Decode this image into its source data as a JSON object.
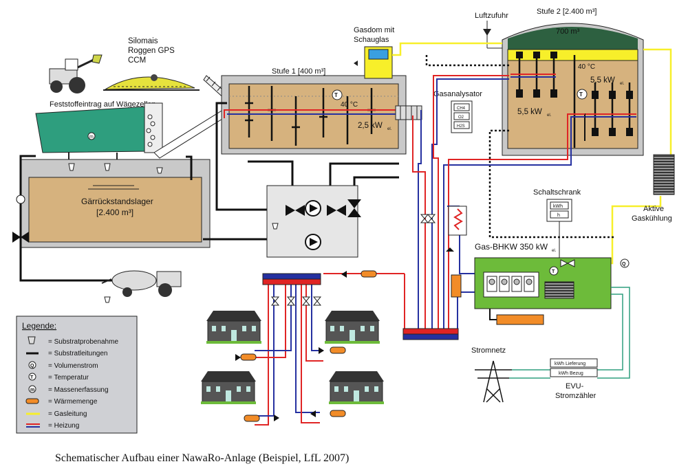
{
  "labels": {
    "feedstock_1": "Silomais",
    "feedstock_2": "Roggen GPS",
    "feedstock_3": "CCM",
    "solid_feed": "Feststoffeintrag auf Wägezellen",
    "gas_dome_1": "Gasdom mit",
    "gas_dome_2": "Schauglas",
    "stage1": "Stufe 1 [400 m³]",
    "stage1_temp": "40 °C",
    "stage1_power": "2,5 kW",
    "power_sub": "el.",
    "gas_analyzer": "Gasanalysator",
    "gas_ch4": "CH4",
    "gas_o2": "O2",
    "gas_h2s": "H2S",
    "air_supply": "Luftzufuhr",
    "stage2": "Stufe 2 [2.400 m³]",
    "stage2_gas": "700 m³",
    "stage2_temp": "40 °C",
    "stage2_power_a": "5,5 kW",
    "stage2_power_b": "5,5 kW",
    "residue_1": "Gärrückstandslager",
    "residue_2": "[2.400 m³]",
    "switch_cabinet": "Schaltschrank",
    "kwh": "kWh",
    "hours": "h",
    "chp": "Gas-BHKW 350 kW",
    "active_cooling_1": "Aktive",
    "active_cooling_2": "Gaskühlung",
    "grid": "Stromnetz",
    "meter_delivery": "kWh Lieferung",
    "meter_supply": "kWh Bezug",
    "meter_1": "EVU-",
    "meter_2": "Stromzähler",
    "caption": "Schematischer Aufbau einer NawaRo-Anlage (Beispiel, LfL 2007)"
  },
  "legend": {
    "title": "Legende:",
    "items": [
      {
        "label": "= Substratprobenahme"
      },
      {
        "label": "= Substratleitungen"
      },
      {
        "label": "= Volumenstrom"
      },
      {
        "label": "= Temperatur"
      },
      {
        "label": "= Massenerfassung"
      },
      {
        "label": "= Wärmemenge"
      },
      {
        "label": "= Gasleitung"
      },
      {
        "label": "= Heizung"
      }
    ]
  },
  "colors": {
    "tank_fill": "#d6b27e",
    "gas_line": "#f7ef2a",
    "heating_red": "#e02424",
    "heating_blue": "#2530a0",
    "chp_green": "#6dbb3a",
    "hopper_teal": "#2e9e7e",
    "line_black": "#111111"
  }
}
